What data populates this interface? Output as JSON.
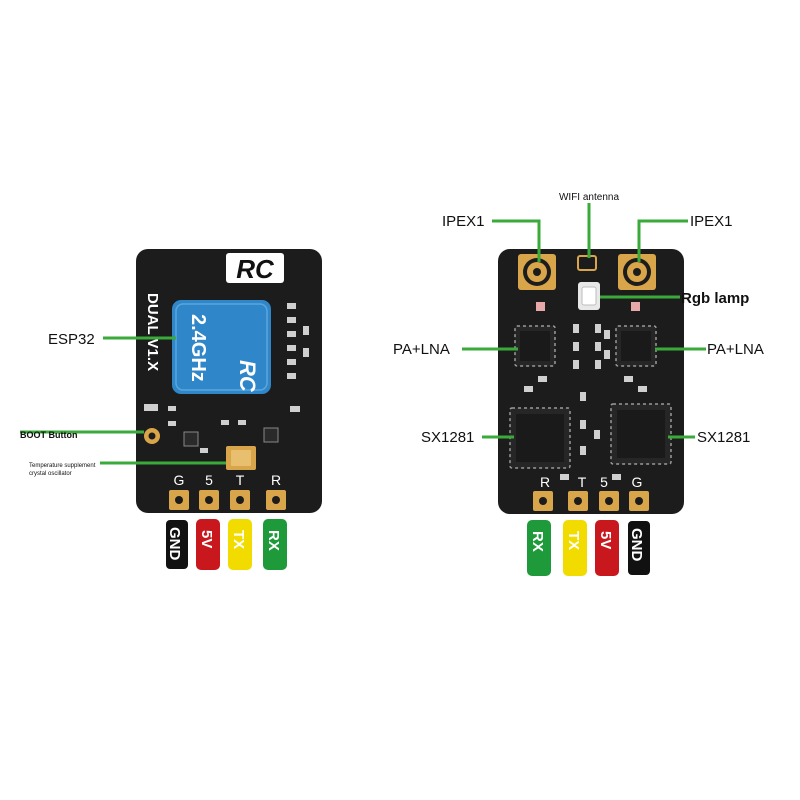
{
  "front": {
    "logo": "RC",
    "version_text": "DUAL V1.X",
    "module_band": "2.4GHz",
    "module_logo": "RC",
    "pin_letters": [
      "G",
      "5",
      "T",
      "R"
    ],
    "pin_labels": [
      "GND",
      "5V",
      "TX",
      "RX"
    ],
    "callouts": {
      "esp32": "ESP32",
      "boot": "BOOT Button",
      "temp_line1": "Temperature supplement",
      "temp_line2": "crystal oscillator"
    }
  },
  "back": {
    "pin_letters": [
      "R",
      "T",
      "5",
      "G"
    ],
    "pin_labels": [
      "RX",
      "TX",
      "5V",
      "GND"
    ],
    "callouts": {
      "wifi": "WIFI antenna",
      "ipex_left": "IPEX1",
      "ipex_right": "IPEX1",
      "rgb": "Rgb lamp",
      "pa_left": "PA+LNA",
      "pa_right": "PA+LNA",
      "sx_left": "SX1281",
      "sx_right": "SX1281"
    }
  },
  "colors": {
    "board": "#1c1c1c",
    "pad_gold": "#d9a54a",
    "callout_green": "#3aab3a",
    "module_blue": "#2f86c8",
    "pin_gnd": "#111111",
    "pin_5v": "#c8181e",
    "pin_tx": "#f2dc00",
    "pin_rx": "#1f9a3a"
  }
}
